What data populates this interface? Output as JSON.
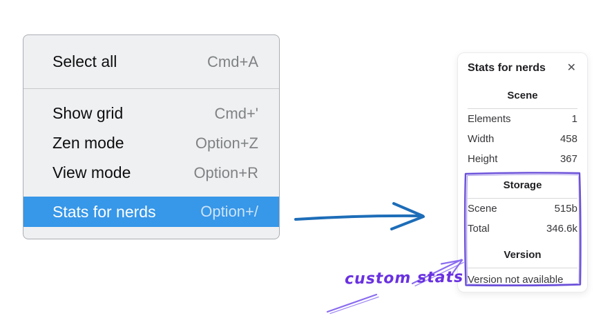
{
  "context_menu": {
    "items": [
      {
        "label": "Select all",
        "shortcut": "Cmd+A",
        "highlighted": false
      },
      {
        "label": "Show grid",
        "shortcut": "Cmd+'",
        "highlighted": false
      },
      {
        "label": "Zen mode",
        "shortcut": "Option+Z",
        "highlighted": false
      },
      {
        "label": "View mode",
        "shortcut": "Option+R",
        "highlighted": false
      },
      {
        "label": "Stats for nerds",
        "shortcut": "Option+/",
        "highlighted": true
      }
    ],
    "highlight_color": "#3797e8"
  },
  "stats_panel": {
    "title": "Stats for nerds",
    "close_icon": "✕",
    "scene": {
      "header": "Scene",
      "rows": [
        {
          "label": "Elements",
          "value": "1"
        },
        {
          "label": "Width",
          "value": "458"
        },
        {
          "label": "Height",
          "value": "367"
        }
      ]
    },
    "storage": {
      "header": "Storage",
      "rows": [
        {
          "label": "Scene",
          "value": "515b"
        },
        {
          "label": "Total",
          "value": "346.6k"
        }
      ]
    },
    "version": {
      "header": "Version",
      "message": "Version not available"
    }
  },
  "annotation": {
    "label": "custom stats",
    "text_color": "#6931e0",
    "arrow_color": "#8a6cf0",
    "box_color": "#6a4fd9"
  },
  "pointer_arrow_color": "#1d6db8"
}
